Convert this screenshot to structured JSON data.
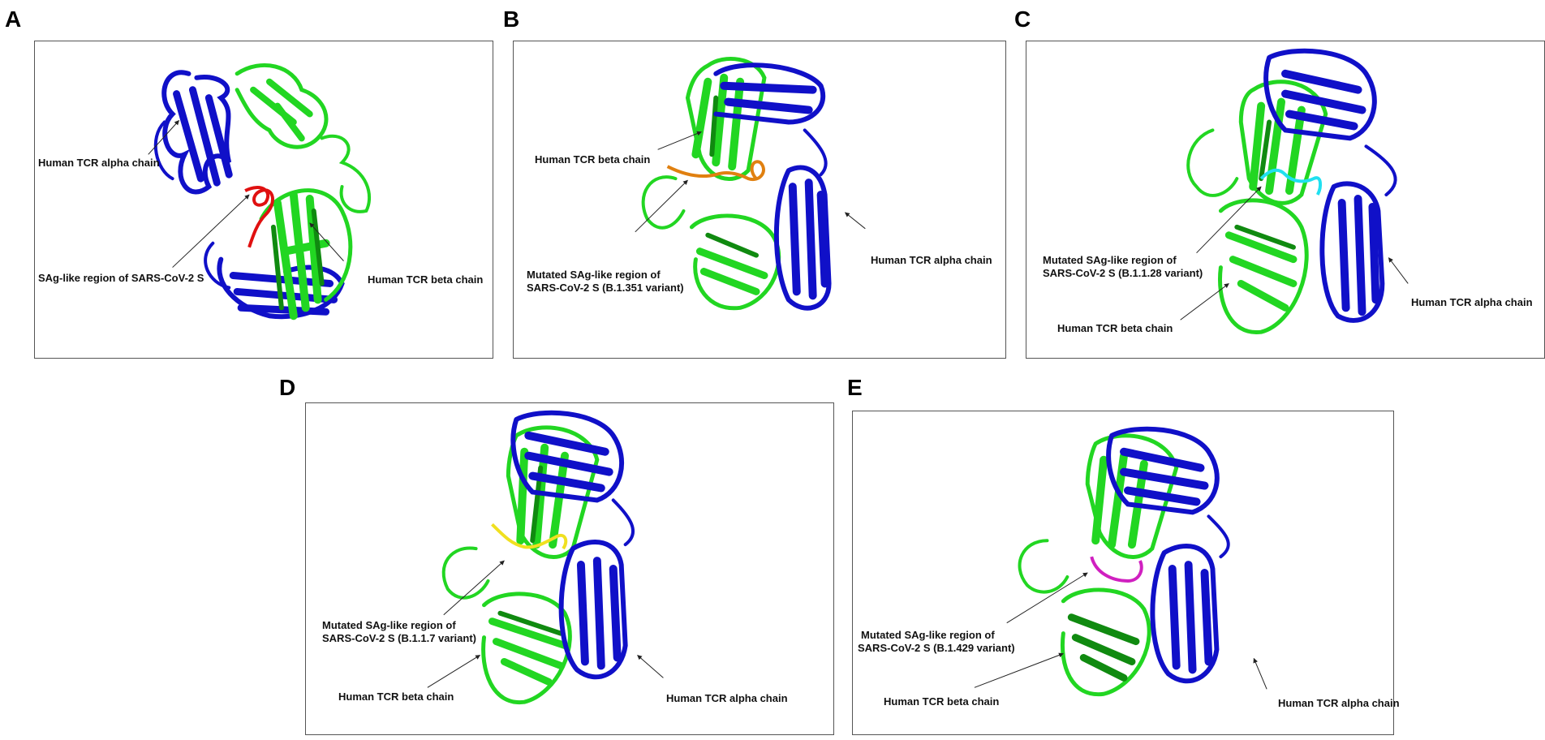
{
  "colors": {
    "alpha_chain": "#1010c8",
    "beta_chain": "#22d622",
    "beta_dark": "#108a10",
    "loop_A": "#e01010",
    "loop_B": "#e08010",
    "loop_C": "#20e0f0",
    "loop_D": "#f0e020",
    "loop_E": "#d020c0"
  },
  "panels": [
    {
      "letter": "A",
      "labels": {
        "alpha": "Human TCR alpha chain",
        "beta": "Human TCR beta chain",
        "sag_line1": "SAg-like region of SARS-CoV-2 S",
        "sag_line2": ""
      }
    },
    {
      "letter": "B",
      "labels": {
        "alpha": "Human TCR alpha chain",
        "beta": "Human TCR beta chain",
        "sag_line1": "Mutated SAg-like region of",
        "sag_line2": "SARS-CoV-2 S (B.1.351 variant)"
      }
    },
    {
      "letter": "C",
      "labels": {
        "alpha": "Human TCR alpha chain",
        "beta": "Human TCR beta chain",
        "sag_line1": "Mutated SAg-like region of",
        "sag_line2": "SARS-CoV-2 S (B.1.1.28 variant)"
      }
    },
    {
      "letter": "D",
      "labels": {
        "alpha": "Human TCR alpha chain",
        "beta": "Human TCR beta chain",
        "sag_line1": "Mutated SAg-like region of",
        "sag_line2": "SARS-CoV-2 S (B.1.1.7 variant)"
      }
    },
    {
      "letter": "E",
      "labels": {
        "alpha": "Human TCR alpha chain",
        "beta": "Human TCR beta chain",
        "sag_line1": "Mutated SAg-like region of",
        "sag_line2": "SARS-CoV-2 S (B.1.429 variant)"
      }
    }
  ]
}
